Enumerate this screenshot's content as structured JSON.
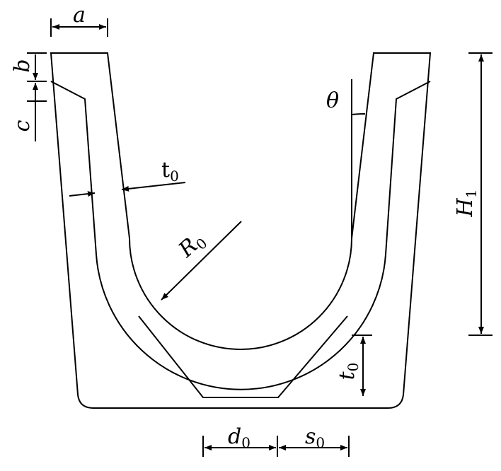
{
  "labels": {
    "a": "a",
    "b": "b",
    "c": "c",
    "theta": "θ",
    "t0_main": "t",
    "t0_main_sub": "0",
    "R0": "R",
    "R0_sub": "0",
    "H1": "H",
    "H1_sub": "1",
    "t0_side": "t",
    "t0_side_sub": "0",
    "d0": "d",
    "d0_sub": "0",
    "s0": "s",
    "s0_sub": "0"
  }
}
